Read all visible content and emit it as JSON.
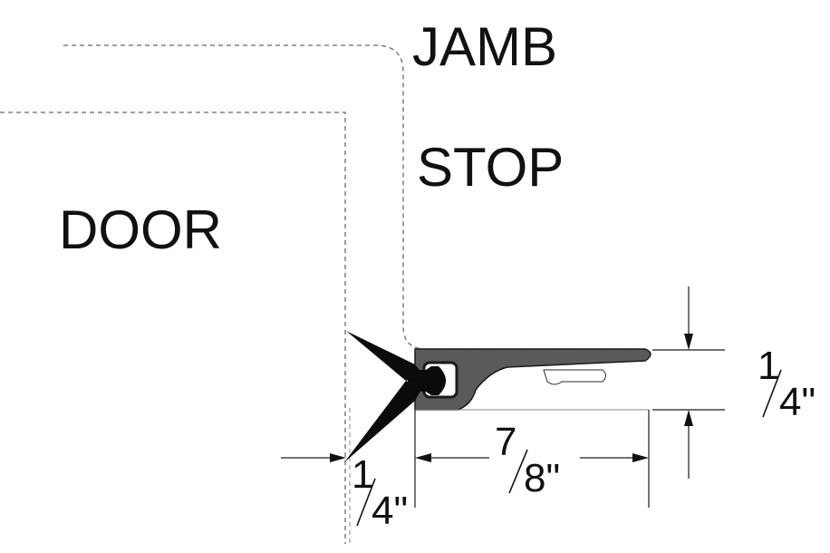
{
  "labels": {
    "jamb": "JAMB",
    "stop": "STOP",
    "door": "DOOR"
  },
  "dimensions": {
    "height": {
      "numerator": "1",
      "denominator": "4\""
    },
    "length": {
      "numerator": "7",
      "denominator": "8\""
    },
    "gap": {
      "numerator": "1",
      "denominator": "4\""
    }
  },
  "colors": {
    "seal_fill": "#5a5a5a",
    "fin_fill": "#0b0b0b",
    "outline": "#6a6a6a"
  }
}
